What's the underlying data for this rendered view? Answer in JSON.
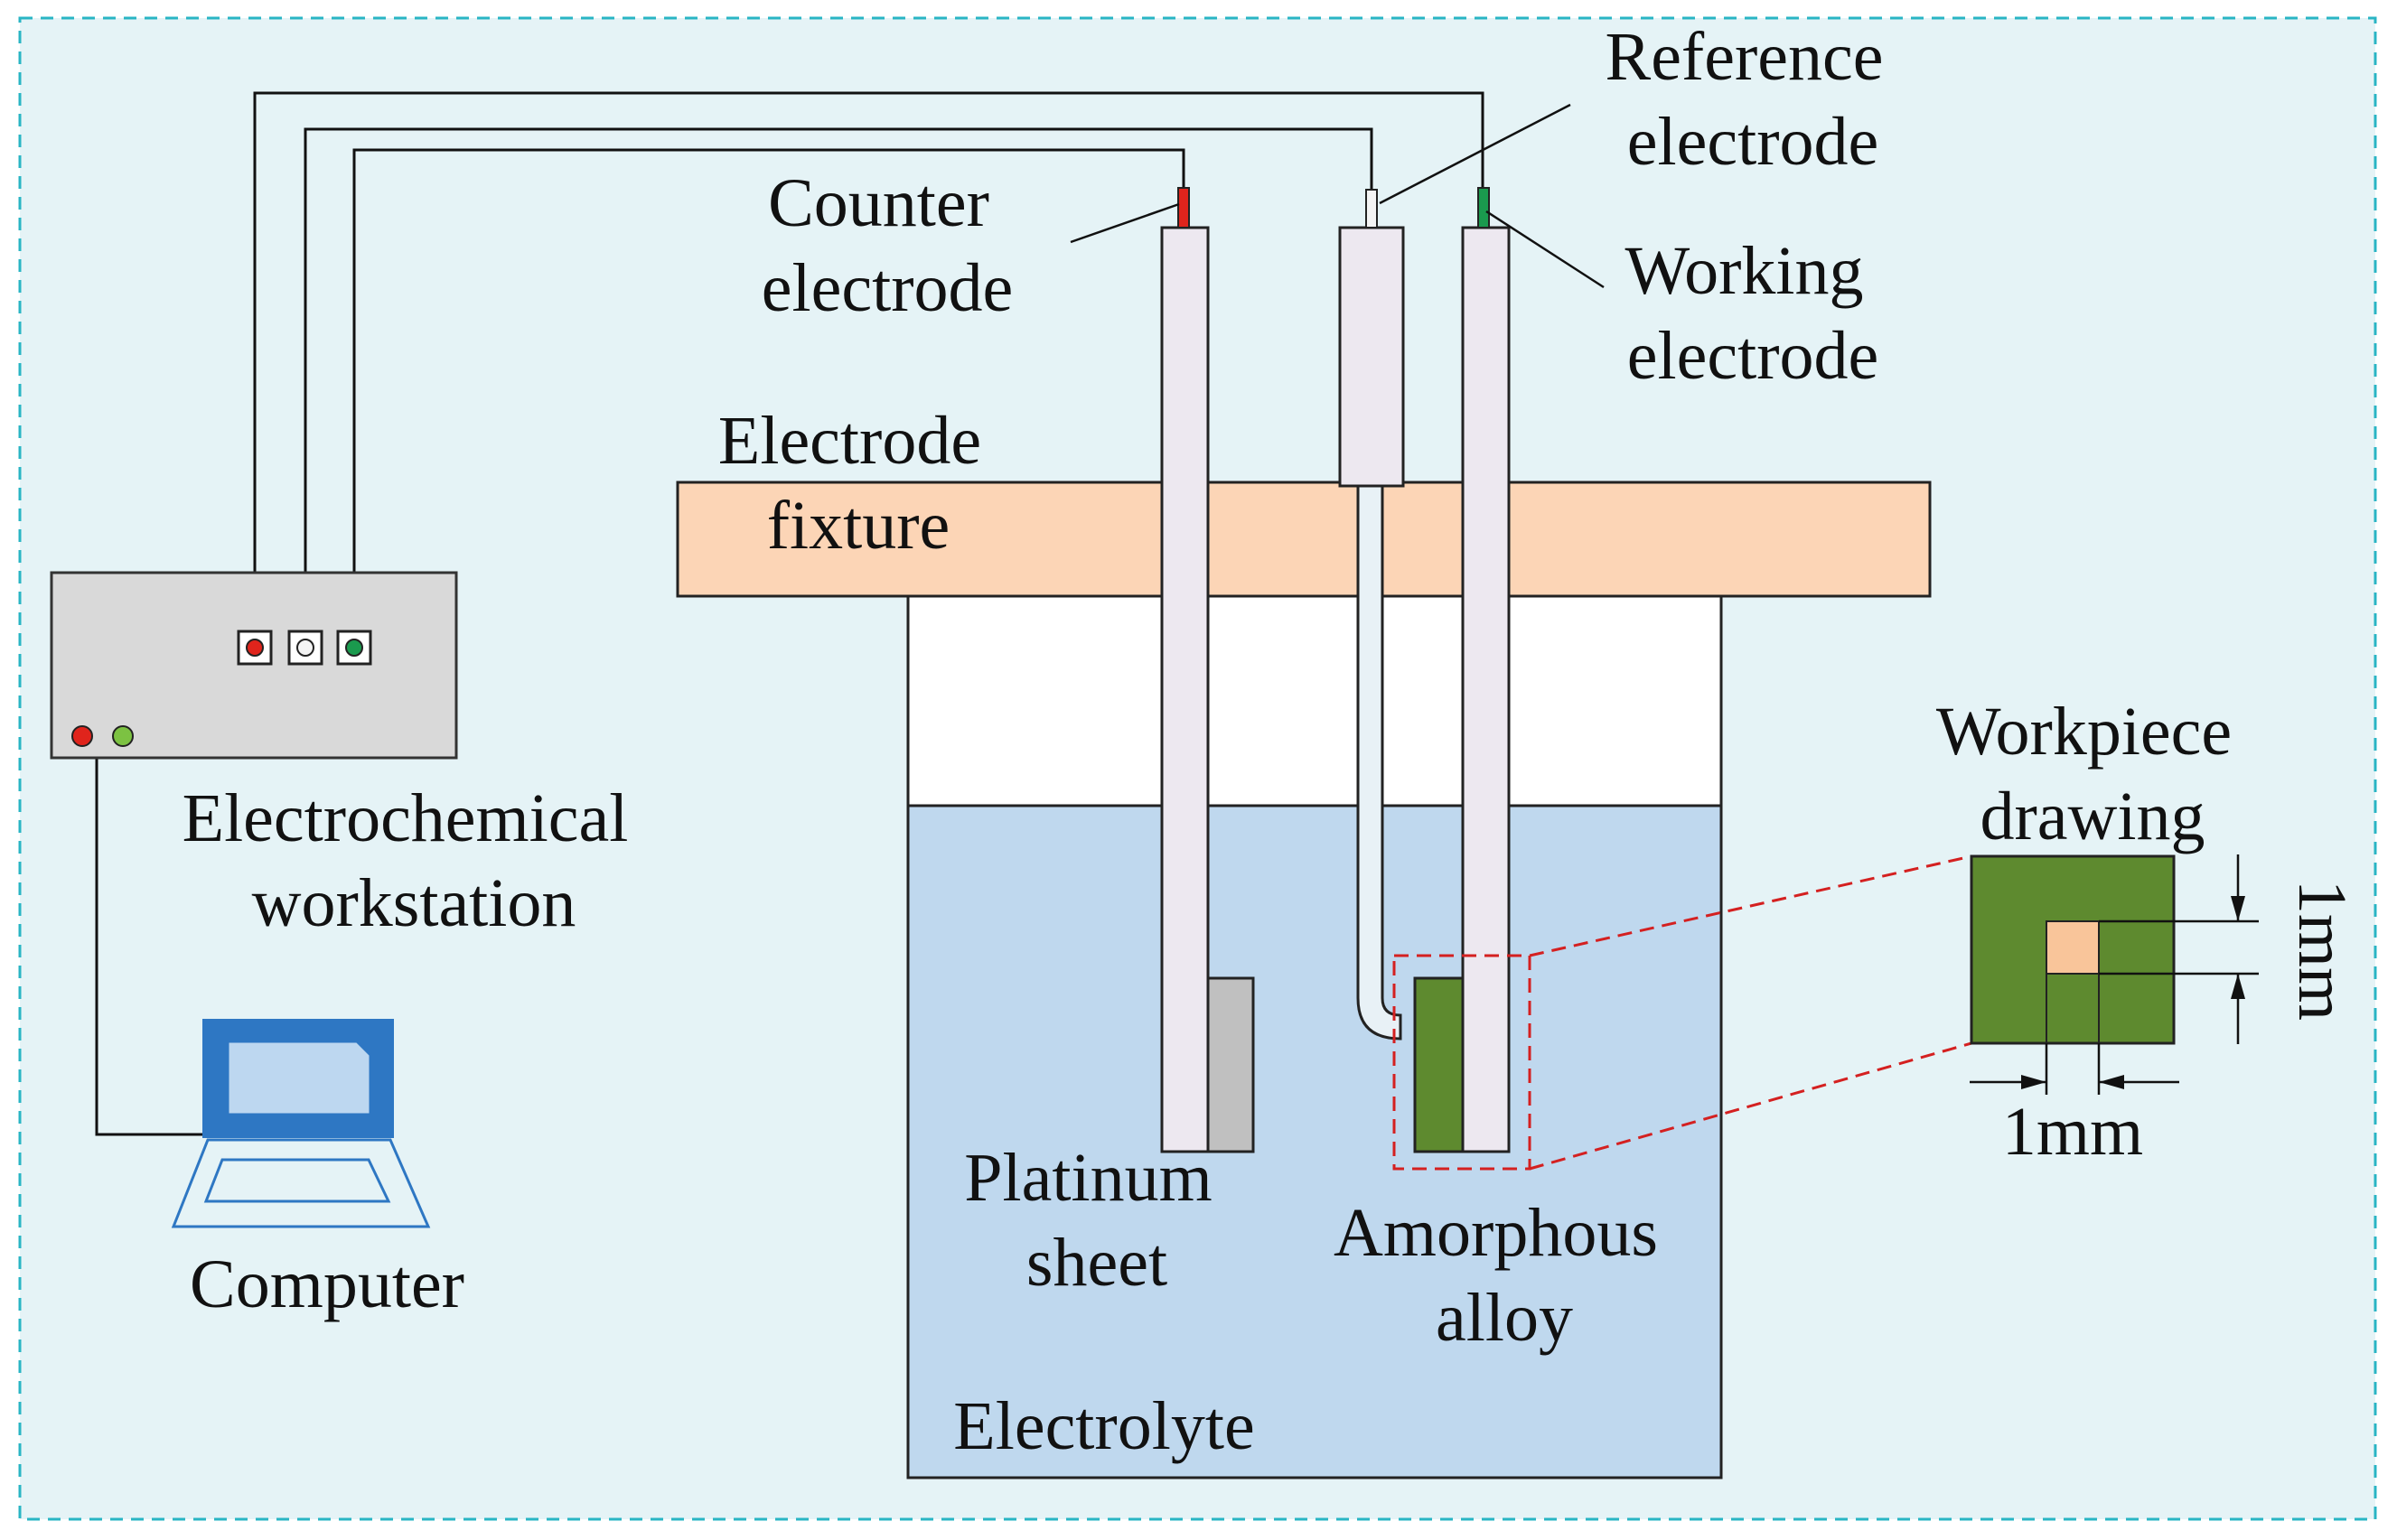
{
  "labels": {
    "reference_electrode": [
      "Reference",
      "electrode"
    ],
    "counter_electrode": [
      "Counter",
      "electrode"
    ],
    "working_electrode": [
      "Working",
      "electrode"
    ],
    "electrode_fixture": [
      "Electrode",
      "fixture"
    ],
    "electrochemical_workstation": [
      "Electrochemical",
      "workstation"
    ],
    "computer": "Computer",
    "platinum_sheet": [
      "Platinum",
      "sheet"
    ],
    "amorphous_alloy": [
      "Amorphous",
      "alloy"
    ],
    "electrolyte": "Electrolyte",
    "workpiece_drawing": [
      "Workpiece",
      "drawing"
    ],
    "dim_vertical": "1mm",
    "dim_horizontal": "1mm"
  },
  "colors": {
    "frame_border": "#29b5c4",
    "background": "#e5f3f6",
    "electrolyte": "#bfd8ee",
    "fixture": "#fcd5b6",
    "workstation": "#d9d9d9",
    "electrode_body": "#ede8f0",
    "counter_lead": "#e0241c",
    "working_lead": "#1a9a4e",
    "reference_lead": "#f4f4f4",
    "platinum": "#c0c0c0",
    "alloy": "#5e8a2f",
    "workpiece_window": "#f9c59a",
    "zoom_box": "#d42020",
    "computer": "#2e77c3",
    "computer_screen": "#bdd7f0",
    "led_red": "#e0241c",
    "led_green": "#7cc242"
  }
}
